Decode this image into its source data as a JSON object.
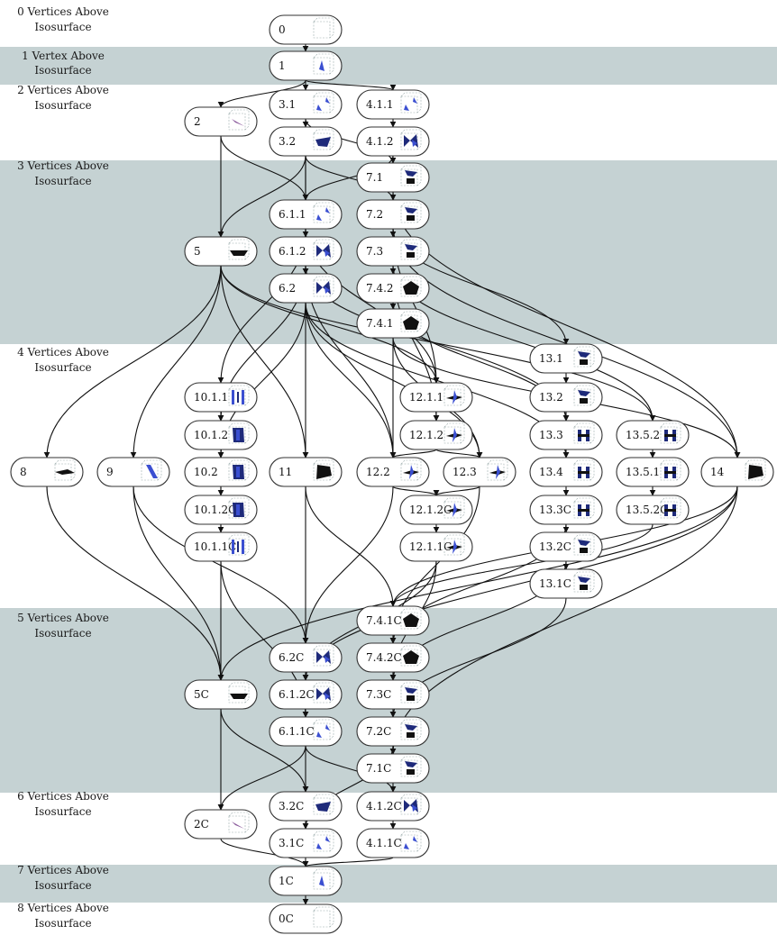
{
  "bands": [
    {
      "label": [
        "0 Vertices Above",
        "Isosurface"
      ],
      "shaded": false
    },
    {
      "label": [
        "1 Vertex Above",
        "Isosurface"
      ],
      "shaded": true
    },
    {
      "label": [
        "2 Vertices Above",
        "Isosurface"
      ],
      "shaded": false
    },
    {
      "label": [
        "3 Vertices Above",
        "Isosurface"
      ],
      "shaded": true
    },
    {
      "label": [
        "4 Vertices Above",
        "Isosurface"
      ],
      "shaded": false
    },
    {
      "label": [
        "5 Vertices Above",
        "Isosurface"
      ],
      "shaded": true
    },
    {
      "label": [
        "6 Vertices Above",
        "Isosurface"
      ],
      "shaded": false
    },
    {
      "label": [
        "7 Vertices Above",
        "Isosurface"
      ],
      "shaded": true
    },
    {
      "label": [
        "8 Vertices Above",
        "Isosurface"
      ],
      "shaded": false
    }
  ],
  "colors": {
    "band_fill": "#c5d2d3",
    "node_fill": "#ffffff",
    "node_stroke": "#333333",
    "edge": "#111111",
    "glyph_blue": "#3b4fd1",
    "glyph_navy": "#1e2a7a",
    "glyph_dark": "#111111",
    "glyph_purple": "#8a5a9c"
  },
  "nodes": [
    {
      "id": "0",
      "label": "0",
      "glyph": "empty"
    },
    {
      "id": "1",
      "label": "1",
      "glyph": "wedge"
    },
    {
      "id": "2",
      "label": "2",
      "glyph": "slash"
    },
    {
      "id": "3.1",
      "label": "3.1",
      "glyph": "twowedge"
    },
    {
      "id": "4.1.1",
      "label": "4.1.1",
      "glyph": "twowedge"
    },
    {
      "id": "3.2",
      "label": "3.2",
      "glyph": "quad"
    },
    {
      "id": "4.1.2",
      "label": "4.1.2",
      "glyph": "bowtie"
    },
    {
      "id": "7.1",
      "label": "7.1",
      "glyph": "split"
    },
    {
      "id": "6.1.1",
      "label": "6.1.1",
      "glyph": "twowedge"
    },
    {
      "id": "7.2",
      "label": "7.2",
      "glyph": "split"
    },
    {
      "id": "5",
      "label": "5",
      "glyph": "trap"
    },
    {
      "id": "6.1.2",
      "label": "6.1.2",
      "glyph": "bowtie"
    },
    {
      "id": "7.3",
      "label": "7.3",
      "glyph": "split"
    },
    {
      "id": "6.2",
      "label": "6.2",
      "glyph": "bowtie"
    },
    {
      "id": "7.4.2",
      "label": "7.4.2",
      "glyph": "pent"
    },
    {
      "id": "7.4.1",
      "label": "7.4.1",
      "glyph": "pent"
    },
    {
      "id": "13.1",
      "label": "13.1",
      "glyph": "split"
    },
    {
      "id": "10.1.1",
      "label": "10.1.1",
      "glyph": "bars"
    },
    {
      "id": "12.1.1",
      "label": "12.1.1",
      "glyph": "star"
    },
    {
      "id": "13.2",
      "label": "13.2",
      "glyph": "split"
    },
    {
      "id": "10.1.2",
      "label": "10.1.2",
      "glyph": "barsfill"
    },
    {
      "id": "12.1.2",
      "label": "12.1.2",
      "glyph": "star"
    },
    {
      "id": "13.3",
      "label": "13.3",
      "glyph": "cross"
    },
    {
      "id": "13.5.2",
      "label": "13.5.2",
      "glyph": "cross"
    },
    {
      "id": "8",
      "label": "8",
      "glyph": "flat"
    },
    {
      "id": "9",
      "label": "9",
      "glyph": "diag"
    },
    {
      "id": "10.2",
      "label": "10.2",
      "glyph": "barsfill"
    },
    {
      "id": "11",
      "label": "11",
      "glyph": "block"
    },
    {
      "id": "12.2",
      "label": "12.2",
      "glyph": "star"
    },
    {
      "id": "12.3",
      "label": "12.3",
      "glyph": "star"
    },
    {
      "id": "13.4",
      "label": "13.4",
      "glyph": "cross"
    },
    {
      "id": "13.5.1",
      "label": "13.5.1",
      "glyph": "cross"
    },
    {
      "id": "14",
      "label": "14",
      "glyph": "block"
    },
    {
      "id": "10.1.2C",
      "label": "10.1.2C",
      "glyph": "barsfill"
    },
    {
      "id": "12.1.2C",
      "label": "12.1.2C",
      "glyph": "star"
    },
    {
      "id": "13.3C",
      "label": "13.3C",
      "glyph": "cross"
    },
    {
      "id": "13.5.2C",
      "label": "13.5.2C",
      "glyph": "cross"
    },
    {
      "id": "10.1.1C",
      "label": "10.1.1C",
      "glyph": "bars"
    },
    {
      "id": "12.1.1C",
      "label": "12.1.1C",
      "glyph": "star"
    },
    {
      "id": "13.2C",
      "label": "13.2C",
      "glyph": "split"
    },
    {
      "id": "13.1C",
      "label": "13.1C",
      "glyph": "split"
    },
    {
      "id": "7.4.1C",
      "label": "7.4.1C",
      "glyph": "pent"
    },
    {
      "id": "6.2C",
      "label": "6.2C",
      "glyph": "bowtie"
    },
    {
      "id": "7.4.2C",
      "label": "7.4.2C",
      "glyph": "pent"
    },
    {
      "id": "5C",
      "label": "5C",
      "glyph": "trap"
    },
    {
      "id": "6.1.2C",
      "label": "6.1.2C",
      "glyph": "bowtie"
    },
    {
      "id": "7.3C",
      "label": "7.3C",
      "glyph": "split"
    },
    {
      "id": "6.1.1C",
      "label": "6.1.1C",
      "glyph": "twowedge"
    },
    {
      "id": "7.2C",
      "label": "7.2C",
      "glyph": "split"
    },
    {
      "id": "7.1C",
      "label": "7.1C",
      "glyph": "split"
    },
    {
      "id": "3.2C",
      "label": "3.2C",
      "glyph": "quad"
    },
    {
      "id": "4.1.2C",
      "label": "4.1.2C",
      "glyph": "bowtie"
    },
    {
      "id": "2C",
      "label": "2C",
      "glyph": "slash"
    },
    {
      "id": "3.1C",
      "label": "3.1C",
      "glyph": "twowedge"
    },
    {
      "id": "4.1.1C",
      "label": "4.1.1C",
      "glyph": "twowedge"
    },
    {
      "id": "1C",
      "label": "1C",
      "glyph": "wedge"
    },
    {
      "id": "0C",
      "label": "0C",
      "glyph": "empty"
    }
  ],
  "edges": [
    [
      "0",
      "1"
    ],
    [
      "1",
      "2"
    ],
    [
      "1",
      "3.1"
    ],
    [
      "1",
      "4.1.1"
    ],
    [
      "3.1",
      "3.2"
    ],
    [
      "4.1.1",
      "4.1.2"
    ],
    [
      "2",
      "5"
    ],
    [
      "2",
      "6.1.1"
    ],
    [
      "3.1",
      "7.1"
    ],
    [
      "3.2",
      "6.1.1"
    ],
    [
      "3.2",
      "5"
    ],
    [
      "3.2",
      "7.2"
    ],
    [
      "3.2",
      "6.2"
    ],
    [
      "4.1.2",
      "6.1.1"
    ],
    [
      "4.1.2",
      "7.1"
    ],
    [
      "7.1",
      "7.2"
    ],
    [
      "7.2",
      "7.3"
    ],
    [
      "6.1.1",
      "6.1.2"
    ],
    [
      "6.1.2",
      "6.2"
    ],
    [
      "7.3",
      "7.4.2"
    ],
    [
      "7.4.2",
      "7.4.1"
    ],
    [
      "6.1.1",
      "12.1.1"
    ],
    [
      "6.1.1",
      "10.1.1"
    ],
    [
      "7.2",
      "13.1"
    ],
    [
      "7.2",
      "12.1.1"
    ],
    [
      "7.2",
      "14"
    ],
    [
      "7.1",
      "14"
    ],
    [
      "7.3",
      "12.1.2"
    ],
    [
      "7.3",
      "13.5.2"
    ],
    [
      "7.4.2",
      "13.3"
    ],
    [
      "7.4.2",
      "12.2"
    ],
    [
      "7.4.1",
      "12.3"
    ],
    [
      "7.4.1",
      "14"
    ],
    [
      "5",
      "8"
    ],
    [
      "5",
      "9"
    ],
    [
      "5",
      "11"
    ],
    [
      "5",
      "12.1.1"
    ],
    [
      "5",
      "13.5.2"
    ],
    [
      "6.1.2",
      "10.1.2"
    ],
    [
      "6.1.2",
      "12.2"
    ],
    [
      "6.1.2",
      "13.3"
    ],
    [
      "6.2",
      "11"
    ],
    [
      "6.2",
      "12.2"
    ],
    [
      "6.2",
      "13.4"
    ],
    [
      "6.2",
      "10.2"
    ],
    [
      "6.2",
      "12.3"
    ],
    [
      "13.1",
      "13.2"
    ],
    [
      "13.2",
      "13.3"
    ],
    [
      "13.3",
      "13.4"
    ],
    [
      "13.4",
      "13.3C"
    ],
    [
      "13.3C",
      "13.2C"
    ],
    [
      "13.2C",
      "13.1C"
    ],
    [
      "13.5.2",
      "13.5.1"
    ],
    [
      "13.5.1",
      "13.5.2C"
    ],
    [
      "10.1.1",
      "10.1.2"
    ],
    [
      "10.1.2",
      "10.2"
    ],
    [
      "10.2",
      "10.1.2C"
    ],
    [
      "10.1.2C",
      "10.1.1C"
    ],
    [
      "12.1.1",
      "12.1.2"
    ],
    [
      "12.1.2",
      "12.2"
    ],
    [
      "12.1.2",
      "12.3"
    ],
    [
      "12.2",
      "12.1.2C"
    ],
    [
      "12.3",
      "12.1.2C"
    ],
    [
      "12.1.2C",
      "12.1.1C"
    ],
    [
      "8",
      "5C"
    ],
    [
      "9",
      "5C"
    ],
    [
      "9",
      "6.2C"
    ],
    [
      "10.2",
      "5C"
    ],
    [
      "10.1.1C",
      "6.1.1C"
    ],
    [
      "11",
      "6.2C"
    ],
    [
      "11",
      "7.4.1C"
    ],
    [
      "12.2",
      "6.2C"
    ],
    [
      "12.1.1C",
      "6.1.2C"
    ],
    [
      "12.1.1C",
      "7.3C"
    ],
    [
      "12.3",
      "7.4.2C"
    ],
    [
      "13.1C",
      "7.2C"
    ],
    [
      "13.2C",
      "7.3C"
    ],
    [
      "13.3C",
      "7.4.2C"
    ],
    [
      "13.5.2C",
      "7.4.1C"
    ],
    [
      "14",
      "7.1C"
    ],
    [
      "14",
      "7.4.1C"
    ],
    [
      "14",
      "6.1.2C"
    ],
    [
      "14",
      "5C"
    ],
    [
      "7.4.1C",
      "7.4.2C"
    ],
    [
      "7.4.2C",
      "7.3C"
    ],
    [
      "6.2C",
      "6.1.2C"
    ],
    [
      "7.3C",
      "7.2C"
    ],
    [
      "6.1.2C",
      "6.1.1C"
    ],
    [
      "7.2C",
      "7.1C"
    ],
    [
      "5C",
      "2C"
    ],
    [
      "5C",
      "3.2C"
    ],
    [
      "6.1.1C",
      "3.2C"
    ],
    [
      "6.1.1C",
      "2C"
    ],
    [
      "7.1C",
      "4.1.2C"
    ],
    [
      "6.1.1C",
      "4.1.2C"
    ],
    [
      "7.2C",
      "3.1C"
    ],
    [
      "3.2C",
      "3.1C"
    ],
    [
      "4.1.2C",
      "4.1.1C"
    ],
    [
      "2C",
      "1C"
    ],
    [
      "3.1C",
      "1C"
    ],
    [
      "4.1.1C",
      "1C"
    ],
    [
      "1C",
      "0C"
    ]
  ]
}
